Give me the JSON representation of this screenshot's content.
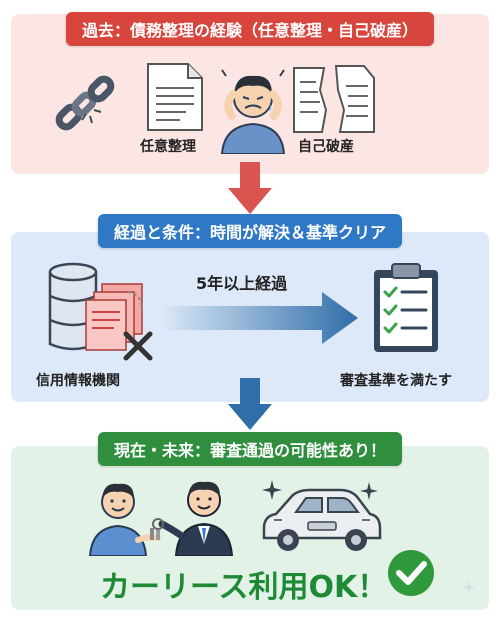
{
  "sections": {
    "past": {
      "title": "過去：債務整理の経験（任意整理・自己破産）",
      "items": [
        {
          "label": "任意整理"
        },
        {
          "label": "自己破産"
        }
      ]
    },
    "condition": {
      "title": "経過と条件：時間が解決＆基準クリア",
      "arrow_label": "5年以上経過",
      "source_label": "信用情報機関",
      "target_label": "審査基準を満たす"
    },
    "future": {
      "title": "現在・未来：審査通過の可能性あり！",
      "outcome": "カーリース利用OK！"
    }
  },
  "colors": {
    "past": "#d8453c",
    "condition": "#2e78c5",
    "future": "#2f8f3e",
    "flow_arrow_red": "#d9534f",
    "flow_arrow_blue": "#2f6ea8"
  },
  "icons": [
    "broken-chain-icon",
    "document-icon",
    "stressed-person-icon",
    "torn-document-icon",
    "database-icon",
    "cancelled-documents-icon",
    "checklist-clipboard-icon",
    "handshake-people-icon",
    "car-icon",
    "check-circle-icon"
  ]
}
